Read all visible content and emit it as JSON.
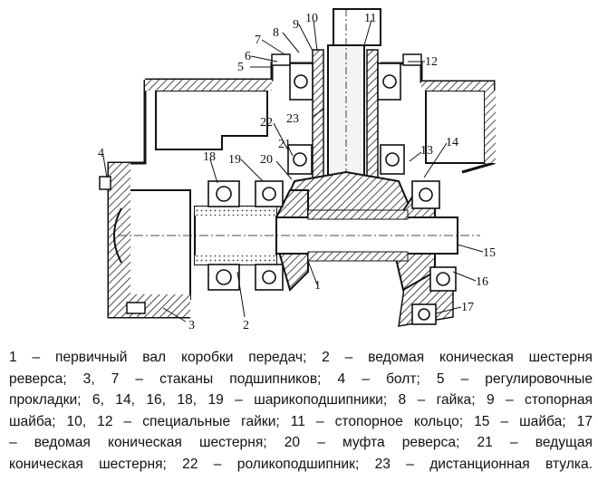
{
  "callouts": [
    {
      "id": "1",
      "text": "1"
    },
    {
      "id": "2",
      "text": "2"
    },
    {
      "id": "3",
      "text": "3"
    },
    {
      "id": "4",
      "text": "4"
    },
    {
      "id": "5",
      "text": "5"
    },
    {
      "id": "6",
      "text": "6"
    },
    {
      "id": "7",
      "text": "7"
    },
    {
      "id": "8",
      "text": "8"
    },
    {
      "id": "9",
      "text": "9"
    },
    {
      "id": "10",
      "text": "10"
    },
    {
      "id": "11",
      "text": "11"
    },
    {
      "id": "12",
      "text": "12"
    },
    {
      "id": "13",
      "text": "13"
    },
    {
      "id": "14",
      "text": "14"
    },
    {
      "id": "15",
      "text": "15"
    },
    {
      "id": "16",
      "text": "16"
    },
    {
      "id": "17",
      "text": "17"
    },
    {
      "id": "18",
      "text": "18"
    },
    {
      "id": "19",
      "text": "19"
    },
    {
      "id": "20",
      "text": "20"
    },
    {
      "id": "21",
      "text": "21"
    },
    {
      "id": "22",
      "text": "22"
    },
    {
      "id": "23",
      "text": "23"
    }
  ],
  "caption": {
    "lines": [
      "1 – первичный вал коробки передач;  2 – ведомая коническая шестерня",
      "реверса;  3, 7 – стаканы подшипников;  4 – болт;  5 – регулировочные",
      "прокладки; 6, 14, 16, 18, 19 – шарикоподшипники; 8 – гайка; 9 – стопорная",
      "шайба; 10, 12 – специальные гайки; 11 – стопорное кольцо; 15 – шайба; 17",
      "– ведомая коническая шестерня;  20 – муфта реверса;  21 – ведущая",
      "коническая шестерня;  22 – роликоподшипник;  23 – дистанционная втулка."
    ]
  }
}
